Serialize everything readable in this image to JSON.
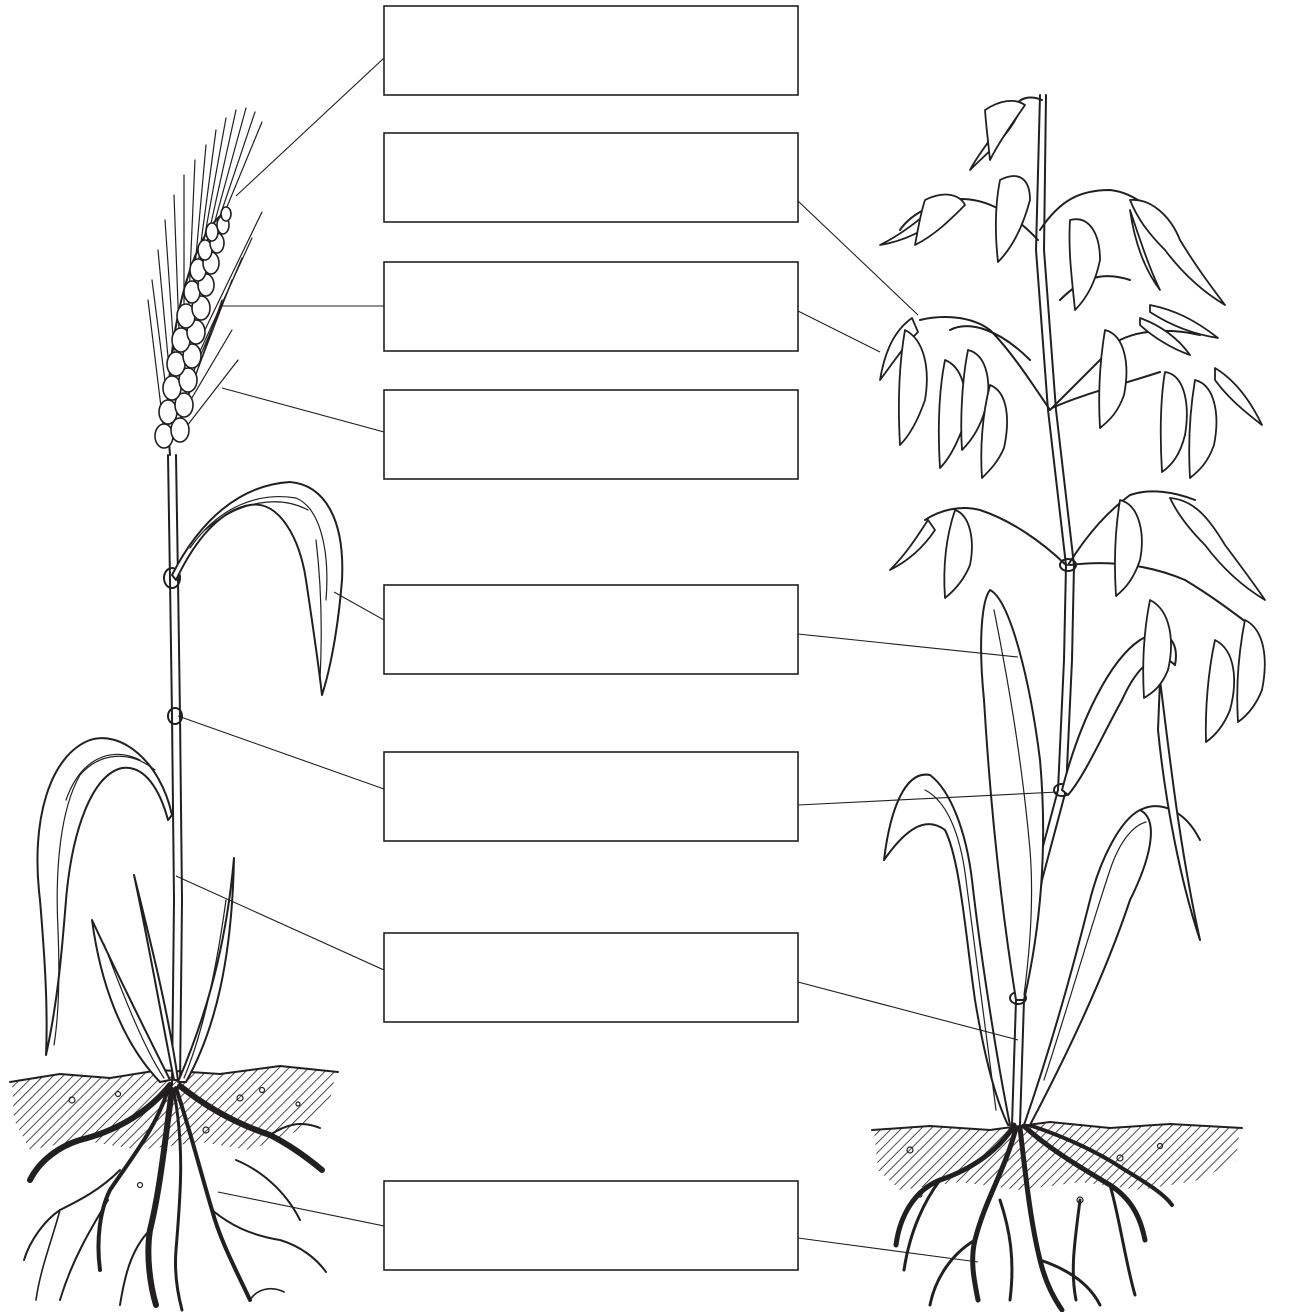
{
  "diagram": {
    "labels": [
      {
        "id": "box-1",
        "text": ""
      },
      {
        "id": "box-2",
        "text": ""
      },
      {
        "id": "box-3",
        "text": ""
      },
      {
        "id": "box-4",
        "text": ""
      },
      {
        "id": "box-5",
        "text": ""
      },
      {
        "id": "box-6",
        "text": ""
      },
      {
        "id": "box-7",
        "text": ""
      },
      {
        "id": "box-8",
        "text": ""
      }
    ],
    "plants": [
      {
        "name": "wheat-plant"
      },
      {
        "name": "oat-plant"
      }
    ],
    "colors": {
      "ink": "#231f20",
      "background": "#ffffff"
    }
  }
}
